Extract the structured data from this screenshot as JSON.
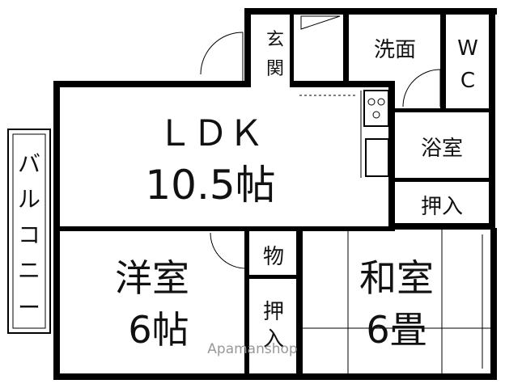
{
  "rooms": {
    "entrance": "玄関",
    "washroom": "洗面",
    "wc_top": "W",
    "wc_bottom": "C",
    "bath": "浴室",
    "closet_ldk": "押入",
    "ldk_name": "ＬＤＫ",
    "ldk_size": "10.5帖",
    "western_name": "洋室",
    "western_size": "6帖",
    "storage": "物",
    "closet_mid_top": "押",
    "closet_mid_bottom": "入",
    "japanese_name": "和室",
    "japanese_size": "6畳",
    "balcony": [
      "バ",
      "ル",
      "コ",
      "ニ",
      "ー"
    ]
  },
  "watermark": "Apamanshop"
}
